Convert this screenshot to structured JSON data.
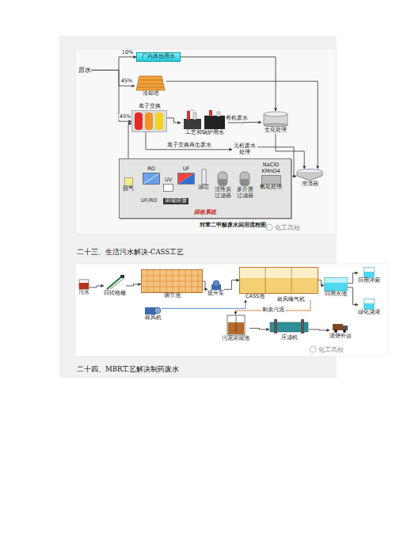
{
  "diagram": {
    "title": "对苯二甲酸废水回用流程图",
    "nodes": [
      {
        "text": [
          "原水"
        ]
      },
      {
        "text": [
          "厂内其他用水"
        ]
      },
      {
        "text": [
          "冷却塔"
        ]
      },
      {
        "text": [
          "离子交换"
        ]
      },
      {
        "text": [
          "工艺和锅炉用水"
        ]
      },
      {
        "text": [
          "生化处理"
        ]
      },
      {
        "text": [
          "无机废水 处理"
        ]
      },
      {
        "text": [
          "回收系统"
        ]
      },
      {
        "text": [
          "NaClO",
          "KMnO4",
          "氧化处理"
        ],
        "in": 7
      },
      {
        "text": [
          "多介质 过滤器"
        ],
        "in": 7
      },
      {
        "text": [
          "活性炭 过滤器"
        ],
        "in": 7
      },
      {
        "text": [
          "滤芯"
        ],
        "in": 7
      },
      {
        "text": [
          "UF"
        ],
        "in": 7
      },
      {
        "text": [
          "UV"
        ],
        "in": 7
      },
      {
        "text": [
          "RO"
        ],
        "in": 7
      },
      {
        "text": [
          "脱气"
        ],
        "in": 7
      },
      {
        "text": [
          "澄清器"
        ]
      },
      {
        "text": [
          "污水"
        ]
      },
      {
        "text": [
          "回转格栅"
        ]
      },
      {
        "text": [
          "调节池"
        ]
      },
      {
        "text": [
          "提升泵"
        ]
      },
      {
        "text": [
          "CASS池"
        ]
      },
      {
        "text": [
          "回用水池"
        ]
      },
      {
        "text": [
          "回用冲厕"
        ]
      },
      {
        "text": [
          "绿化浇灌"
        ]
      },
      {
        "text": [
          "鼓风机"
        ]
      },
      {
        "text": [
          "污泥浓缩池"
        ]
      },
      {
        "text": [
          "压滤机"
        ]
      },
      {
        "text": [
          "泥饼外运"
        ]
      }
    ],
    "edges": [
      {
        "from": 0,
        "to": 1,
        "arrow": "to",
        "label": "10%"
      },
      {
        "from": 0,
        "to": 2,
        "arrow": "to",
        "label": "45%"
      },
      {
        "from": 0,
        "to": 3,
        "arrow": "to",
        "label": "45%"
      },
      {
        "from": 3,
        "to": 4,
        "arrow": "to"
      },
      {
        "from": 4,
        "to": 5,
        "arrow": "to",
        "label": "有机废水"
      },
      {
        "from": 1,
        "to": 5,
        "arrow": "to"
      },
      {
        "from": 2,
        "to": 16,
        "arrow": "to"
      },
      {
        "from": 5,
        "to": 16,
        "arrow": "to"
      },
      {
        "from": 6,
        "to": 16,
        "arrow": "to"
      },
      {
        "from": 16,
        "to": 8,
        "arrow": "to"
      },
      {
        "from": 8,
        "to": 9,
        "arrow": "to"
      },
      {
        "from": 9,
        "to": 10,
        "arrow": "to"
      },
      {
        "from": 10,
        "to": 11,
        "arrow": "to"
      },
      {
        "from": 11,
        "to": 12,
        "arrow": "to"
      },
      {
        "from": 12,
        "to": 13,
        "arrow": "to"
      },
      {
        "from": 13,
        "to": 14,
        "arrow": "to"
      },
      {
        "from": 14,
        "to": 15,
        "arrow": "to"
      },
      {
        "from": 15,
        "to": 3,
        "arrow": "to"
      },
      {
        "from": 3,
        "to": 6,
        "arrow": "to",
        "label": "离子交换再生废水"
      },
      {
        "from": 17,
        "to": 18,
        "arrow": "to"
      },
      {
        "from": 18,
        "to": 19,
        "arrow": "to"
      },
      {
        "from": 19,
        "to": 20,
        "arrow": "to"
      },
      {
        "from": 20,
        "to": 21,
        "arrow": "to"
      },
      {
        "from": 21,
        "to": 22,
        "arrow": "to"
      },
      {
        "from": 22,
        "to": 23,
        "arrow": "to"
      },
      {
        "from": 22,
        "to": 24,
        "arrow": "to"
      },
      {
        "from": 25,
        "to": 21,
        "arrow": "to"
      },
      {
        "from": 21,
        "to": 26,
        "arrow": "to",
        "label": "剩余污泥"
      },
      {
        "from": 26,
        "to": 27,
        "arrow": "to"
      },
      {
        "from": 27,
        "to": 28,
        "arrow": "to"
      }
    ],
    "labels": [
      "UF/RO",
      "浓缩排放",
      "化工高校",
      "二十三、生活污水解决-CASS工艺",
      "鼓风曝气机",
      "化工高校",
      "二十四、MBR工艺解决制药废水"
    ]
  }
}
